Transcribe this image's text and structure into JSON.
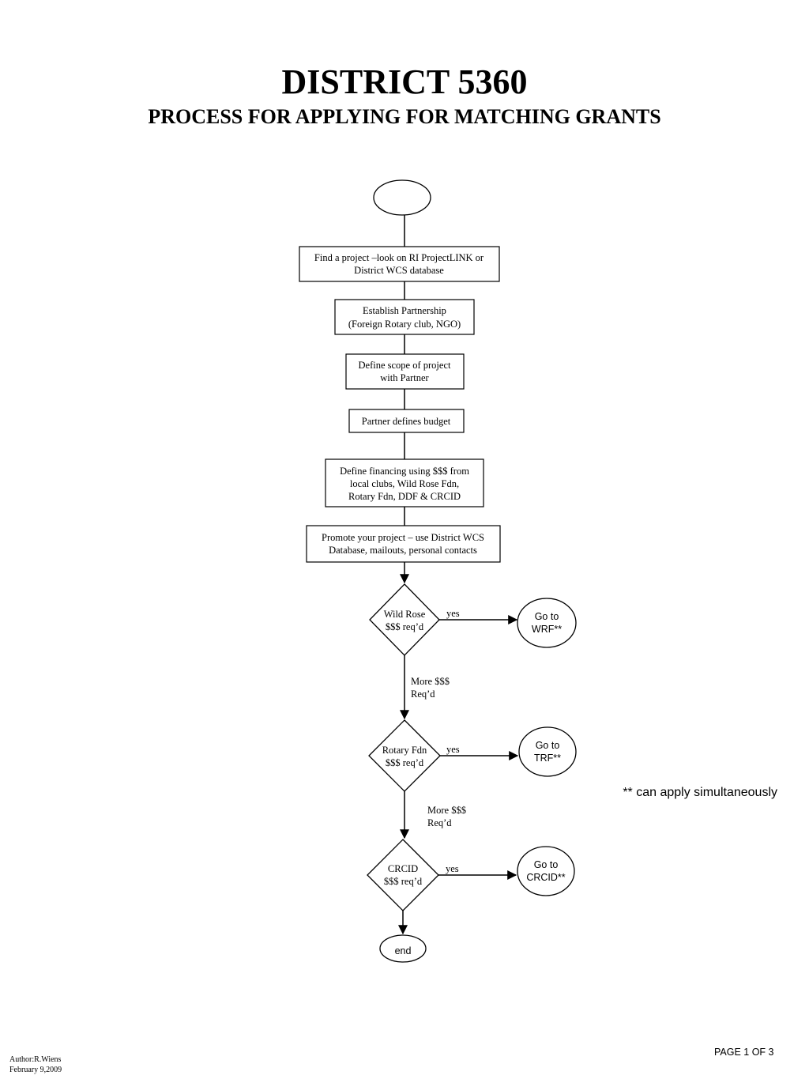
{
  "header": {
    "title": "DISTRICT 5360",
    "subtitle": "PROCESS FOR APPLYING FOR MATCHING GRANTS"
  },
  "flow": {
    "start_label": "",
    "steps": [
      [
        "Find a project –look on RI ProjectLINK or",
        "District WCS database"
      ],
      [
        "Establish Partnership",
        "(Foreign Rotary club, NGO)"
      ],
      [
        "Define scope of project",
        "with Partner"
      ],
      [
        "Partner defines budget"
      ],
      [
        "Define financing using $$$ from",
        "local clubs, Wild Rose Fdn,",
        "Rotary Fdn, DDF  & CRCID"
      ],
      [
        "Promote your project – use District WCS",
        "Database, mailouts, personal contacts"
      ]
    ],
    "decisions": [
      {
        "lines": [
          "Wild Rose",
          "$$$ req’d"
        ],
        "yes_label": "yes",
        "target": [
          "Go to",
          "WRF**"
        ]
      },
      {
        "lines": [
          "Rotary Fdn",
          "$$$ req’d"
        ],
        "yes_label": "yes",
        "target": [
          "Go to",
          "TRF**"
        ]
      },
      {
        "lines": [
          "CRCID",
          "$$$ req’d"
        ],
        "yes_label": "yes",
        "target": [
          "Go to",
          "CRCID**"
        ]
      }
    ],
    "more_labels": [
      [
        "More $$$",
        "Req’d"
      ],
      [
        "More $$$",
        "Req’d"
      ]
    ],
    "end_label": "end"
  },
  "note": "** can apply simultaneously",
  "footer": {
    "page": "PAGE 1 OF 3",
    "author": "Author:R.Wiens",
    "date": "February 9,2009"
  }
}
